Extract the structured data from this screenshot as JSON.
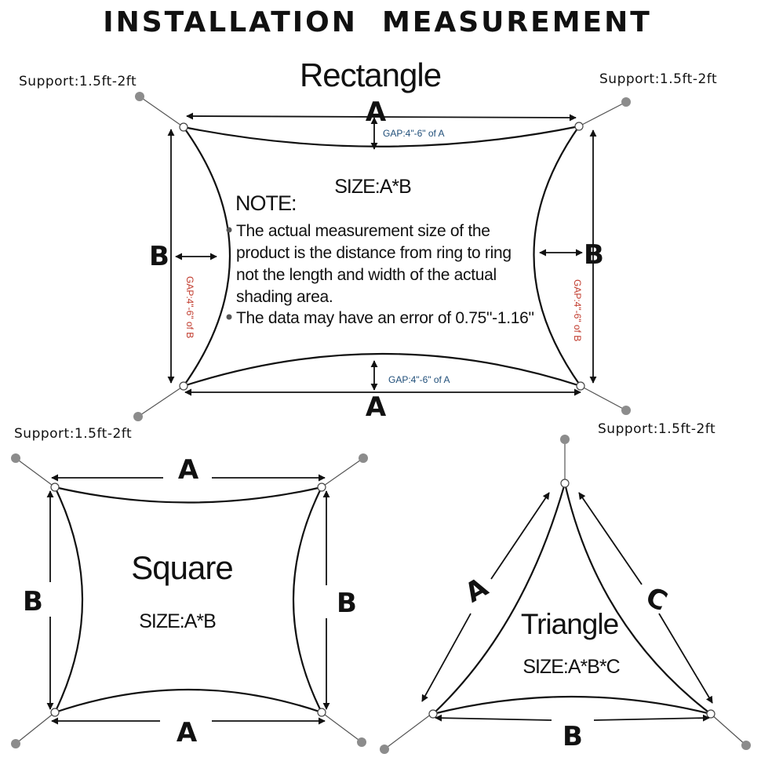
{
  "title": "INSTALLATION  MEASUREMENT",
  "support_label": "Support:1.5ft-2ft",
  "rectangle": {
    "title": "Rectangle",
    "size_label": "SIZE:A*B",
    "label_a": "A",
    "label_b": "B",
    "gap_a": "GAP:4\"-6\" of A",
    "gap_b": "GAP:4\"-6\" of B",
    "note_title": "NOTE:",
    "note_lines": [
      "The actual measurement size of the",
      "product is the distance from ring to ring",
      "not the length and width of the actual",
      "shading area.",
      "The data may have an error of 0.75\"-1.16\""
    ]
  },
  "square": {
    "title": "Square",
    "size_label": "SIZE:A*B",
    "label_a": "A",
    "label_b": "B"
  },
  "triangle": {
    "title": "Triangle",
    "size_label": "SIZE:A*B*C",
    "label_a": "A",
    "label_b": "B",
    "label_c": "C"
  },
  "colors": {
    "line": "#111111",
    "gap_blue": "#1f4e79",
    "gap_red": "#c0392b",
    "anchor": "#8c8c8c"
  }
}
